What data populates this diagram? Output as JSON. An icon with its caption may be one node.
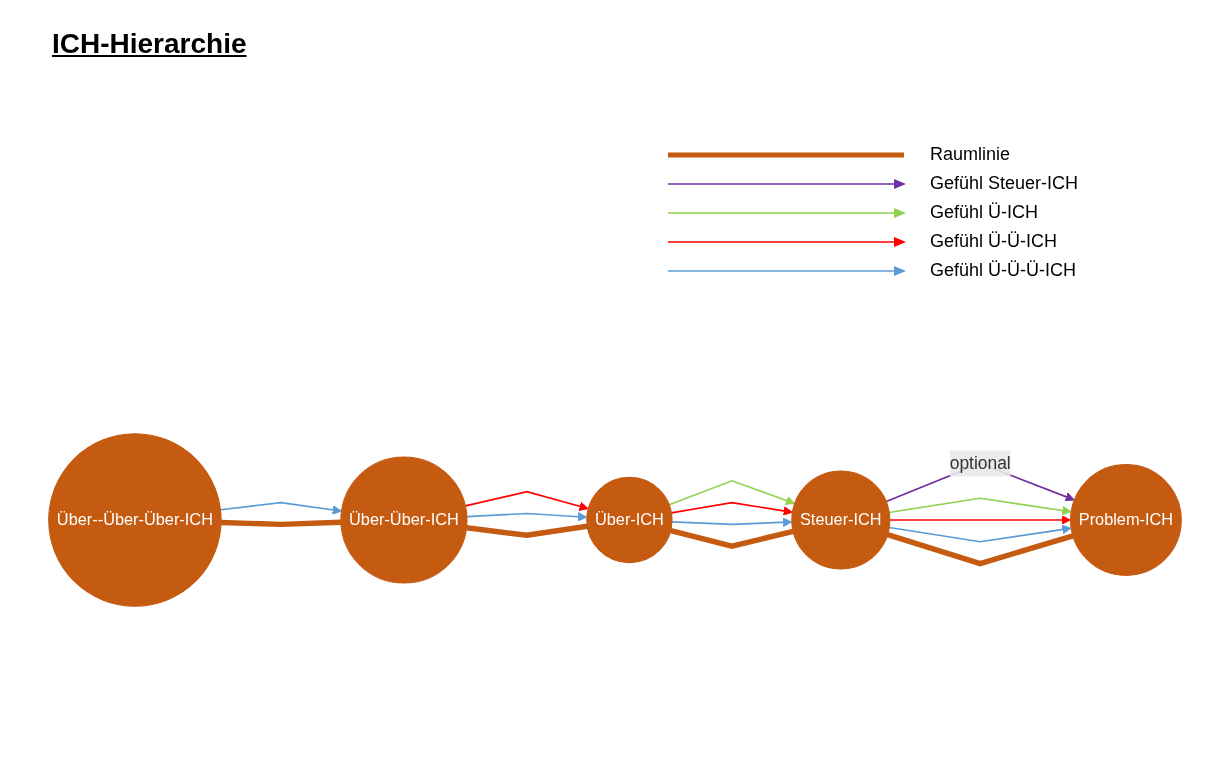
{
  "diagram": {
    "title": "ICH-Hierarchie",
    "nodes": [
      {
        "text": [
          "Über--Über-Über-ICH"
        ]
      },
      {
        "text": [
          "Über-Über-ICH"
        ]
      },
      {
        "text": [
          "Über-ICH"
        ]
      },
      {
        "text": [
          "Steuer-ICH"
        ]
      },
      {
        "text": [
          "Problem-ICH"
        ]
      }
    ],
    "edges": [
      {
        "from": 0,
        "to": 1,
        "arrow": "to",
        "color": "#5b9bd5"
      },
      {
        "from": 0,
        "to": 1,
        "arrow": "none",
        "style": "thick",
        "color": "#c55a11"
      },
      {
        "from": 1,
        "to": 2,
        "arrow": "to",
        "color": "#ff0000"
      },
      {
        "from": 1,
        "to": 2,
        "arrow": "to",
        "color": "#5b9bd5"
      },
      {
        "from": 1,
        "to": 2,
        "arrow": "none",
        "style": "thick",
        "color": "#c55a11"
      },
      {
        "from": 2,
        "to": 3,
        "arrow": "to",
        "color": "#92d050"
      },
      {
        "from": 2,
        "to": 3,
        "arrow": "to",
        "color": "#ff0000"
      },
      {
        "from": 2,
        "to": 3,
        "arrow": "to",
        "color": "#5b9bd5"
      },
      {
        "from": 2,
        "to": 3,
        "arrow": "none",
        "style": "thick",
        "color": "#c55a11"
      },
      {
        "from": 3,
        "to": 4,
        "arrow": "to",
        "label": "optional",
        "color": "#7030a0"
      },
      {
        "from": 3,
        "to": 4,
        "arrow": "to",
        "color": "#92d050"
      },
      {
        "from": 3,
        "to": 4,
        "arrow": "to",
        "color": "#ff0000"
      },
      {
        "from": 3,
        "to": 4,
        "arrow": "to",
        "color": "#5b9bd5"
      },
      {
        "from": 3,
        "to": 4,
        "arrow": "none",
        "style": "thick",
        "color": "#c55a11"
      }
    ],
    "legend": [
      {
        "text": "Raumlinie"
      },
      {
        "text": "Gefühl Steuer-ICH"
      },
      {
        "text": "Gefühl Ü-ICH"
      },
      {
        "text": "Gefühl Ü-Ü-ICH"
      },
      {
        "text": "Gefühl Ü-Ü-Ü-ICH"
      }
    ]
  }
}
